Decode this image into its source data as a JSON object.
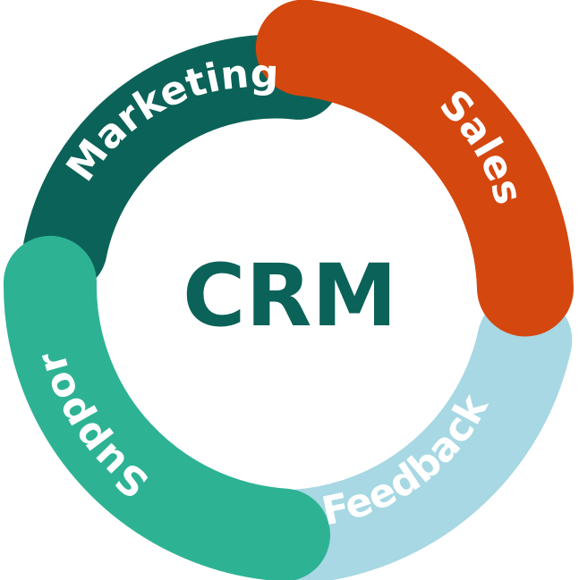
{
  "center": {
    "title": "CRM",
    "color": "#0b6258"
  },
  "segments": [
    {
      "id": "marketing",
      "label": "Marketing",
      "color": "#0b6258"
    },
    {
      "id": "sales",
      "label": "Sales",
      "color": "#d4470f"
    },
    {
      "id": "feedback",
      "label": "Feedback",
      "color": "#a7d8e3"
    },
    {
      "id": "support",
      "label": "Support",
      "color": "#2db394"
    }
  ]
}
